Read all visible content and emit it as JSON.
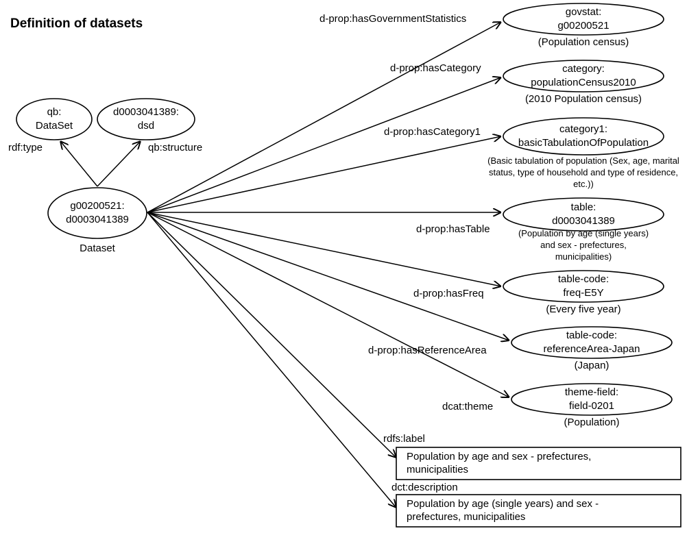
{
  "title": "Definition of datasets",
  "center": {
    "lines": [
      "g00200521:",
      "d0003041389"
    ],
    "caption": "Dataset"
  },
  "left_nodes": [
    {
      "id": "qb-dataset",
      "lines": [
        "qb:",
        "DataSet"
      ],
      "edge": "rdf:type"
    },
    {
      "id": "dsd",
      "lines": [
        "d0003041389:",
        "dsd"
      ],
      "edge": "qb:structure"
    }
  ],
  "right_nodes": [
    {
      "id": "govstat",
      "lines": [
        "govstat:",
        "g00200521"
      ],
      "caption": [
        "(Population census)"
      ],
      "edge": "d-prop:hasGovernmentStatistics"
    },
    {
      "id": "category",
      "lines": [
        "category:",
        "populationCensus2010"
      ],
      "caption": [
        "(2010 Population census)"
      ],
      "edge": "d-prop:hasCategory"
    },
    {
      "id": "category1",
      "lines": [
        "category1:",
        "basicTabulationOfPopulation"
      ],
      "caption": [
        "(Basic tabulation of population (Sex, age, marital",
        "status, type of household and type of residence,",
        "etc.))"
      ],
      "edge": "d-prop:hasCategory1"
    },
    {
      "id": "table",
      "lines": [
        "table:",
        "d0003041389"
      ],
      "caption": [
        "(Population by age (single years)",
        "and sex - prefectures,",
        "municipalities)"
      ],
      "edge": "d-prop:hasTable"
    },
    {
      "id": "freq",
      "lines": [
        "table-code:",
        "freq-E5Y"
      ],
      "caption": [
        "(Every five year)"
      ],
      "edge": "d-prop:hasFreq"
    },
    {
      "id": "area",
      "lines": [
        "table-code:",
        "referenceArea-Japan"
      ],
      "caption": [
        "(Japan)"
      ],
      "edge": "d-prop:hasReferenceArea"
    },
    {
      "id": "theme",
      "lines": [
        "theme-field:",
        "field-0201"
      ],
      "caption": [
        "(Population)"
      ],
      "edge": "dcat:theme"
    }
  ],
  "literals": [
    {
      "id": "label",
      "lines": [
        "Population by age and sex - prefectures,",
        "municipalities"
      ],
      "edge": "rdfs:label"
    },
    {
      "id": "description",
      "lines": [
        "Population by age (single years) and sex -",
        "prefectures, municipalities"
      ],
      "edge": "dct:description"
    }
  ]
}
